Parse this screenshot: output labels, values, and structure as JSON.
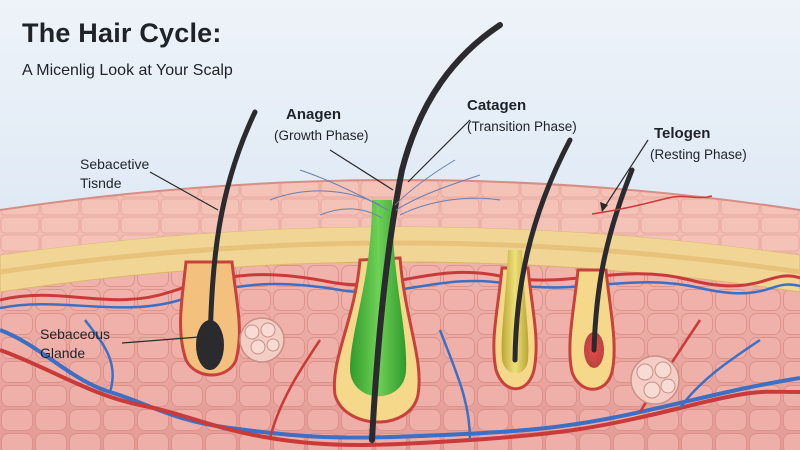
{
  "title": "The Hair Cycle:",
  "subtitle": "A Micenlig Look at Your Scalp",
  "phases": [
    {
      "name": "Anagen",
      "desc": "(Growth Phase)"
    },
    {
      "name": "Catagen",
      "desc": "(Transition Phase)"
    },
    {
      "name": "Telogen",
      "desc": "(Resting Phase)"
    }
  ],
  "side_labels": [
    {
      "line1": "Sebacetive",
      "line2": "Tisnde"
    },
    {
      "line1": "Sebaceous",
      "line2": "Glande"
    }
  ],
  "colors": {
    "sky": "#dbe7f3",
    "skin_surface": "#f0b8ad",
    "fat_layer": "#f2d79a",
    "dermis": "#eaa59f",
    "hair": "#2b2b2f",
    "anagen_bulb": "#49b83a",
    "catagen_bulb": "#d8c24a",
    "telogen_bulb": "#c9474a",
    "artery": "#c93a3a",
    "vein": "#3d6fc4"
  }
}
